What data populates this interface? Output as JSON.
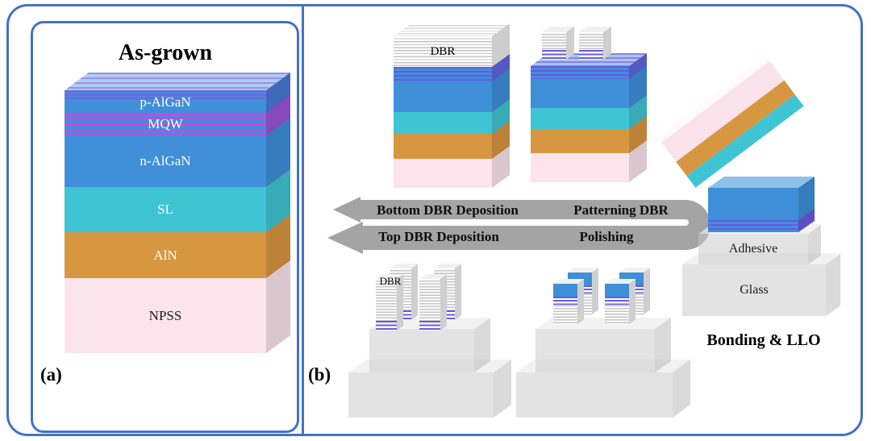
{
  "figure": {
    "panel_a": {
      "label": "(a)",
      "title": "As-grown",
      "layers": {
        "p_algan": "p-AlGaN",
        "mqw": "MQW",
        "n_algan": "n-AlGaN",
        "sl": "SL",
        "aln": "AlN",
        "npss": "NPSS"
      }
    },
    "panel_b": {
      "label": "(b)",
      "top_stack_dbr_label": "DBR",
      "bottom_stack_dbr_label": "DBR",
      "process_steps": {
        "bottom_dbr_deposition": "Bottom DBR Deposition",
        "patterning_dbr": "Patterning DBR",
        "top_dbr_deposition": "Top DBR Deposition",
        "polishing": "Polishing"
      },
      "bonding": {
        "adhesive": "Adhesive",
        "glass": "Glass",
        "caption": "Bonding & LLO"
      }
    },
    "colors": {
      "frame_border": "#4472C4",
      "algan_blue": "#3F8FD9",
      "stripe_violet": "#6A5AE0",
      "mqw_magenta": "#E23AE2",
      "sl_teal": "#3FC4D4",
      "aln_orange": "#D79640",
      "npss_pink": "#FBE4EC",
      "dbr_white": "#FFFFFF",
      "arrow_gray": "#A4A4A4",
      "substrate_gray": "#C7C7C7"
    }
  }
}
